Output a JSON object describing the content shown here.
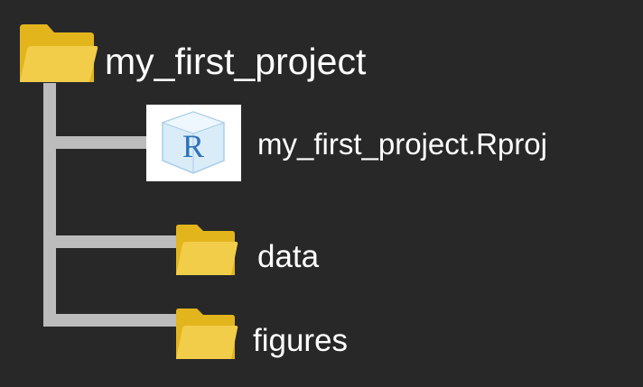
{
  "root": {
    "name": "my_first_project",
    "icon": "folder-icon"
  },
  "children": [
    {
      "name": "my_first_project.Rproj",
      "icon": "rproj-cube-icon",
      "icon_letter": "R"
    },
    {
      "name": "data",
      "icon": "folder-icon"
    },
    {
      "name": "figures",
      "icon": "folder-icon"
    }
  ],
  "colors": {
    "background": "#282828",
    "connector": "#bcbcbc",
    "folder_back": "#e3b51c",
    "folder_front": "#f2cd4a",
    "text": "#ffffff",
    "rproj_letter": "#2d73b8"
  }
}
